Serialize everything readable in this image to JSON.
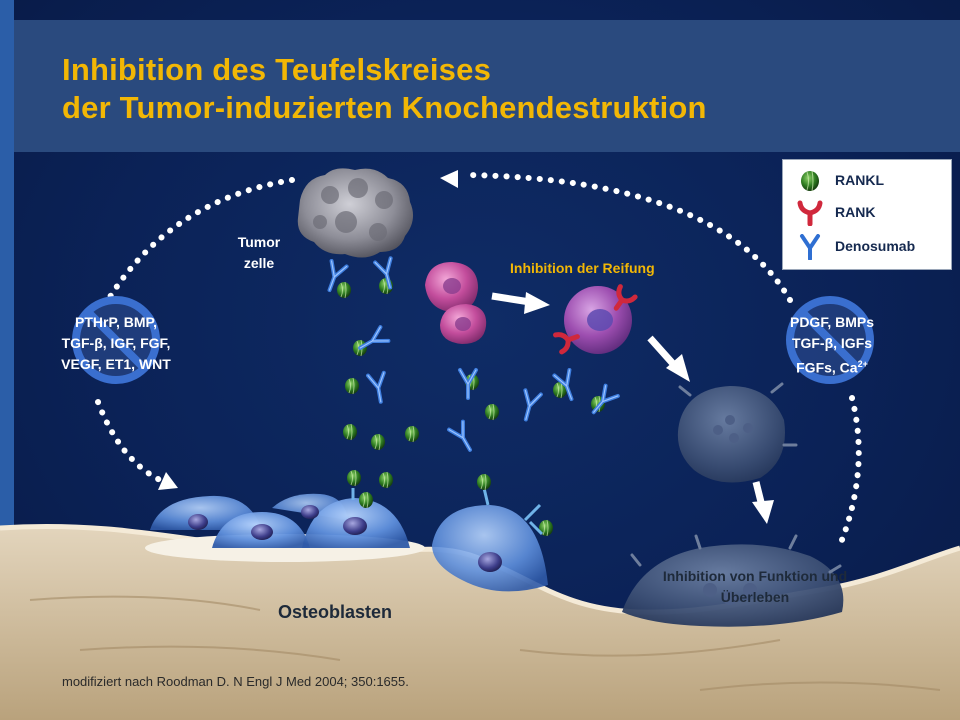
{
  "title": {
    "line1": "Inhibition des Teufelskreises",
    "line2": "der Tumor-induzierten  Knochendestruktion"
  },
  "labels": {
    "tumor_cell": [
      "Tumor",
      "zelle"
    ],
    "left_factors": [
      "PTHrP, BMP,",
      "TGF-β, IGF, FGF,",
      "VEGF, ET1, WNT"
    ],
    "right_factors": [
      "PDGF, BMPs",
      "TGF-β, IGFs"
    ],
    "right_factors_last": "FGFs, Ca",
    "right_factors_sup": "2+",
    "maturation_inhibition": "Inhibition der Reifung",
    "function_inhibition": [
      "Inhibition von Funktion und",
      "Überleben"
    ],
    "osteoblasts": "Osteoblasten",
    "citation": "modifiziert nach Roodman D. N Engl J Med 2004; 350:1655."
  },
  "legend": [
    {
      "icon": "rankl-icon",
      "label": "RANKL"
    },
    {
      "icon": "rank-icon",
      "label": "RANK"
    },
    {
      "icon": "denosumab-icon",
      "label": "Denosumab"
    }
  ],
  "colors": {
    "title": "#f2b705",
    "background": "#0b2257",
    "rankl": "#3f8f2a",
    "rank": "#d0283c",
    "denosumab": "#2f6fd2",
    "inhibit_sign": "#2f63c4"
  }
}
